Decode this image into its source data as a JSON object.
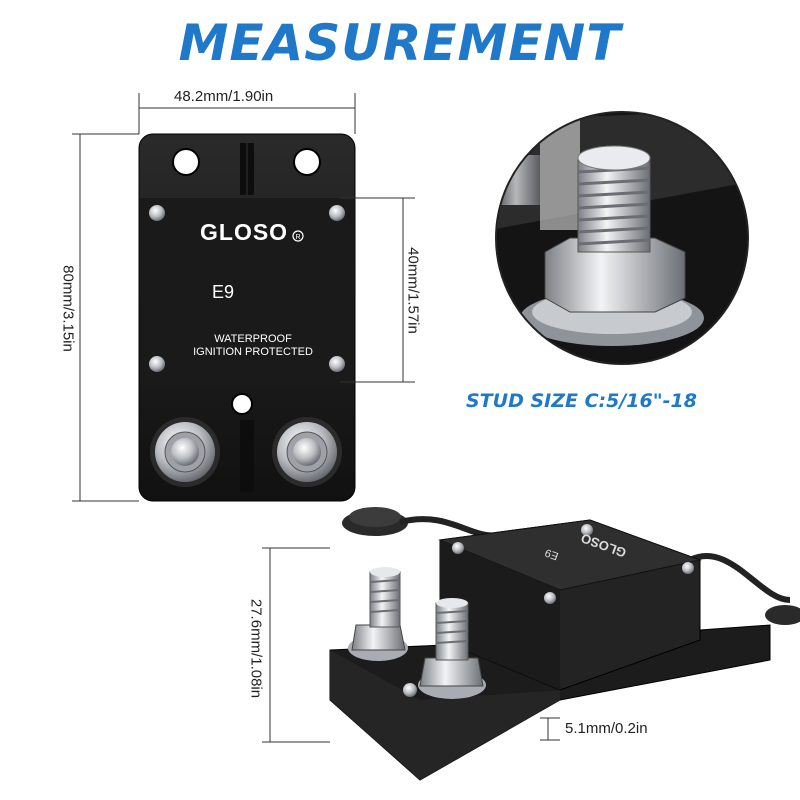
{
  "title": "MEASUREMENT",
  "dimensions": {
    "width": "48.2mm/1.90in",
    "height": "80mm/3.15in",
    "hole_spacing": "40mm/1.57in",
    "depth": "27.6mm/1.08in",
    "base_thickness": "5.1mm/0.2in"
  },
  "stud_size": "STUD SIZE  C:5/16\"-18",
  "device": {
    "brand": "GLOSO",
    "model": "E9",
    "label_line1": "WATERPROOF",
    "label_line2": "IGNITION PROTECTED"
  },
  "colors": {
    "accent": "#1f78c8",
    "body": "#1c1c1c",
    "metal": "#c9ccd0"
  }
}
